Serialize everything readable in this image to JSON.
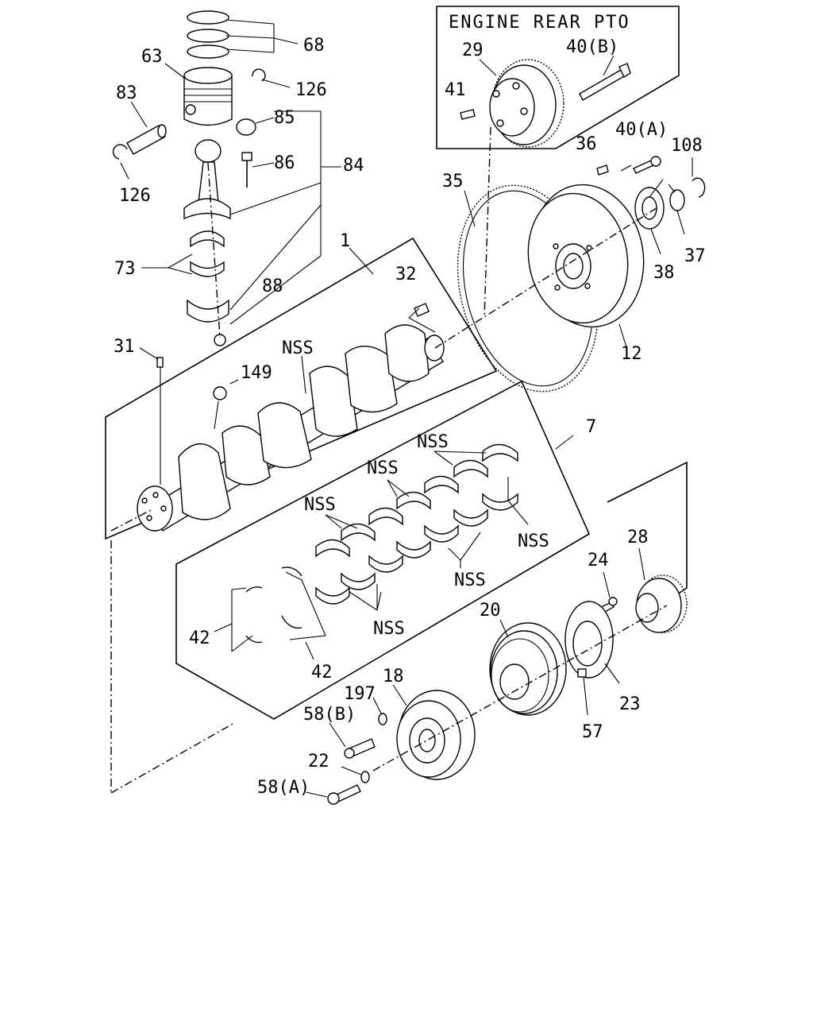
{
  "panel": {
    "title": "ENGINE REAR PTO"
  },
  "callouts": {
    "c68": "68",
    "c63": "63",
    "c126a": "126",
    "c83": "83",
    "c85": "85",
    "c86": "86",
    "c84": "84",
    "c126b": "126",
    "c73": "73",
    "c88": "88",
    "c1": "1",
    "c32": "32",
    "c31": "31",
    "c149": "149",
    "c_nss_crank": "NSS",
    "c29": "29",
    "c40b": "40(B)",
    "c41": "41",
    "c36": "36",
    "c40a": "40(A)",
    "c108": "108",
    "c35": "35",
    "c38": "38",
    "c37": "37",
    "c12": "12",
    "c7": "7",
    "c_nss1": "NSS",
    "c_nss2": "NSS",
    "c_nss3": "NSS",
    "c_nss4": "NSS",
    "c_nss5": "NSS",
    "c_nss6": "NSS",
    "c42a": "42",
    "c42b": "42",
    "c28": "28",
    "c24": "24",
    "c20": "20",
    "c23": "23",
    "c57": "57",
    "c18": "18",
    "c197": "197",
    "c58b": "58(B)",
    "c22": "22",
    "c58a": "58(A)"
  }
}
